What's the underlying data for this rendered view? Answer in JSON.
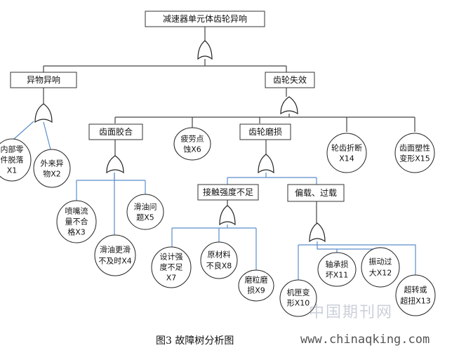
{
  "nodes": {
    "top": "减速器单元体齿轮异响",
    "abnormal": "异物异响",
    "gear_fail": "齿轮失效",
    "x1": [
      "内部零",
      "件脱落",
      "X1"
    ],
    "x2": [
      "外来异",
      "物X2"
    ],
    "face_glue": "齿面胶合",
    "fatigue": [
      "疲劳点",
      "蚀X6"
    ],
    "gear_wear": "齿轮磨损",
    "x14": [
      "轮齿折断",
      "X14"
    ],
    "x15": [
      "齿面塑性",
      "变形X15"
    ],
    "x3": [
      "喷嘴流",
      "量不合",
      "格X3"
    ],
    "x4": [
      "滑油更滑",
      "不及时X4"
    ],
    "x5": [
      "滑油问",
      "题X5"
    ],
    "contact": "接触强度不足",
    "offload": "偏载、过载",
    "x7": [
      "设计强",
      "度不足",
      "X7"
    ],
    "x8": [
      "原材料",
      "不良X8"
    ],
    "x9": [
      "磨粒磨",
      "损X9"
    ],
    "x10": [
      "机匣变",
      "形X10"
    ],
    "x11": [
      "轴承损",
      "坏X11"
    ],
    "x12": [
      "振动过",
      "大X12"
    ],
    "x13": [
      "超转或",
      "超扭X13"
    ]
  },
  "caption": "图3 故障树分析图",
  "watermark_cn": "中国期刊网",
  "watermark_url": "www.chinaqking.com",
  "colors": {
    "edge": "#5b8ec9",
    "edge_dark": "#444444"
  }
}
